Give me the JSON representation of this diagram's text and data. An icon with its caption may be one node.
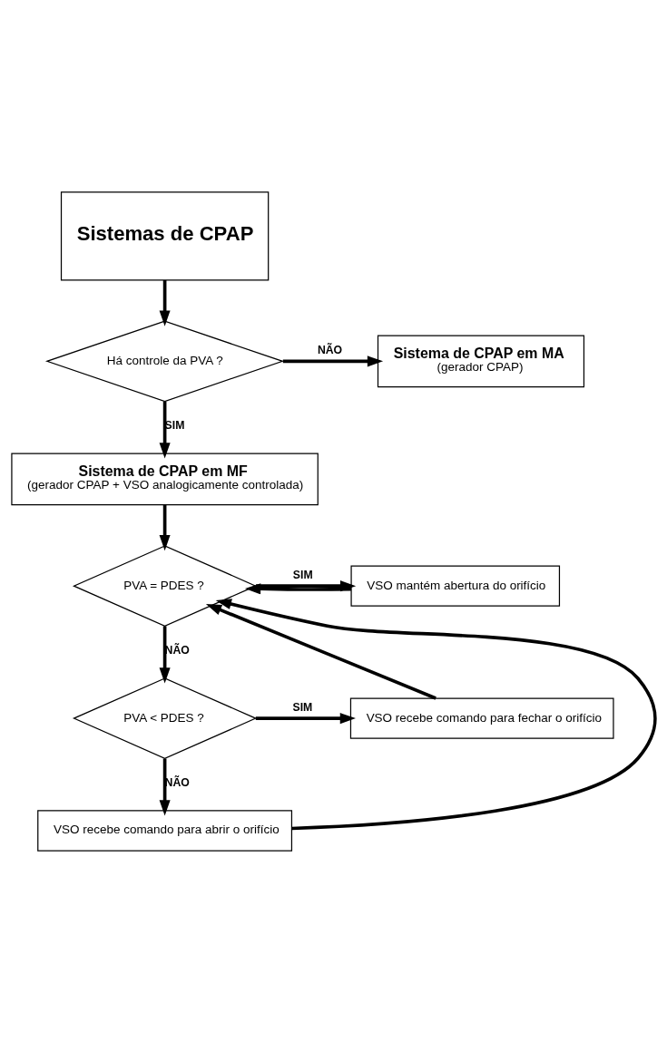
{
  "diagram": {
    "nodes": [
      {
        "text": [
          "Sistemas de CPAP"
        ]
      },
      {
        "text": [
          "Há controle da PVA ?"
        ]
      },
      {
        "text": [
          "Sistema de CPAP em MA",
          "(gerador CPAP)"
        ]
      },
      {
        "text": [
          "Sistema de CPAP em MF",
          "(gerador CPAP + VSO analogicamente controlada)"
        ]
      },
      {
        "text": [
          "PVA = PDES ?"
        ]
      },
      {
        "text": [
          "VSO mantém abertura do orifício"
        ]
      },
      {
        "text": [
          "PVA < PDES ?"
        ]
      },
      {
        "text": [
          "VSO recebe comando para fechar o orifício"
        ]
      },
      {
        "text": [
          "VSO recebe comando para abrir o orifício"
        ]
      }
    ],
    "edges": [
      {
        "from": 0,
        "to": 1,
        "arrow": "to"
      },
      {
        "from": 1,
        "to": 2,
        "arrow": "to",
        "label": "NÃO"
      },
      {
        "from": 1,
        "to": 3,
        "arrow": "to",
        "label": "SIM"
      },
      {
        "from": 3,
        "to": 4,
        "arrow": "to"
      },
      {
        "from": 4,
        "to": 5,
        "arrow": "to",
        "label": "SIM"
      },
      {
        "from": 4,
        "to": 6,
        "arrow": "to",
        "label": "NÃO"
      },
      {
        "from": 6,
        "to": 7,
        "arrow": "to",
        "label": "SIM"
      },
      {
        "from": 6,
        "to": 8,
        "arrow": "to",
        "label": "NÃO"
      },
      {
        "from": 5,
        "to": 4,
        "arrow": "to"
      },
      {
        "from": 7,
        "to": 4,
        "arrow": "to"
      },
      {
        "from": 8,
        "to": 4,
        "arrow": "to"
      }
    ]
  }
}
